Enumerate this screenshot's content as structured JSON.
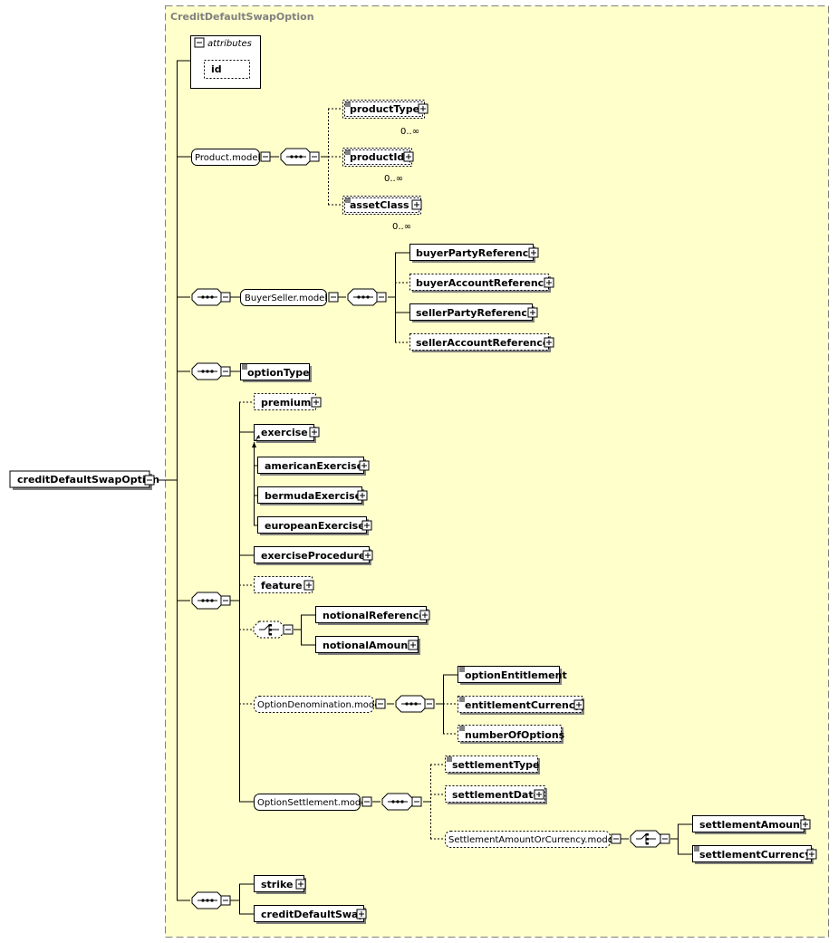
{
  "title": "CreditDefaultSwapOption",
  "root": "creditDefaultSwapOption",
  "attributes_label": "attributes",
  "attr_id": "id",
  "product_model": "Product.model",
  "productType": "productType",
  "productId": "productId",
  "assetClass": "assetClass",
  "occurs": "0..∞",
  "buyer_seller_model": "BuyerSeller.model",
  "buyerPartyReference": "buyerPartyReference",
  "buyerAccountReference": "buyerAccountReference",
  "sellerPartyReference": "sellerPartyReference",
  "sellerAccountReference": "sellerAccountReference",
  "optionType": "optionType",
  "premium": "premium",
  "exercise": "exercise",
  "americanExercise": "americanExercise",
  "bermudaExercise": "bermudaExercise",
  "europeanExercise": "europeanExercise",
  "exerciseProcedure": "exerciseProcedure",
  "feature": "feature",
  "notionalReference": "notionalReference",
  "notionalAmount": "notionalAmount",
  "option_denomination_model": "OptionDenomination.model",
  "optionEntitlement": "optionEntitlement",
  "entitlementCurrency": "entitlementCurrency",
  "numberOfOptions": "numberOfOptions",
  "option_settlement_model": "OptionSettlement.model",
  "settlementType": "settlementType",
  "settlementDate": "settlementDate",
  "settlement_amount_or_currency_model": "SettlementAmountOrCurrency.model",
  "settlementAmount": "settlementAmount",
  "settlementCurrency": "settlementCurrency",
  "strike": "strike",
  "creditDefaultSwap": "creditDefaultSwap",
  "colors": {
    "background": "#ffffcc",
    "border": "#808080",
    "box_shadow": "#808080"
  }
}
